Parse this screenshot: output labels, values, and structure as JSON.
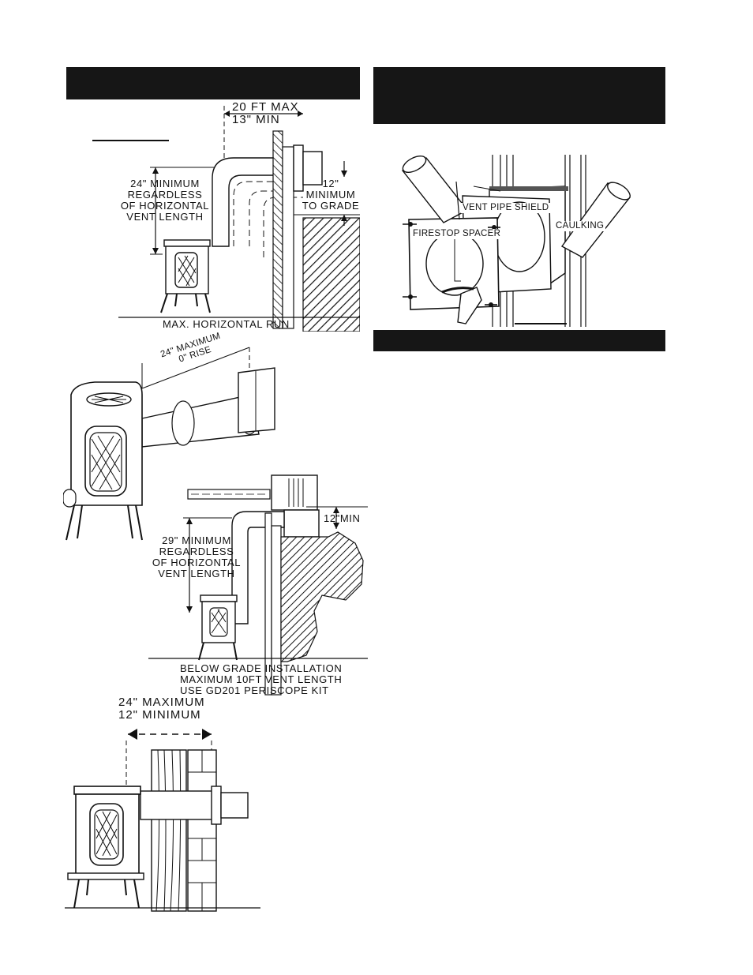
{
  "figure_top_left": {
    "dim_horizontal_max": "20  FT  MAX",
    "dim_horizontal_min": "13\"  MIN",
    "vertical_min_lines": [
      "24\"  MINIMUM",
      "REGARDLESS",
      "OF  HORIZONTAL",
      "VENT  LENGTH"
    ],
    "grade_clearance_lines": [
      "12\"",
      "MINIMUM",
      "TO  GRADE"
    ],
    "caption": "MAX.  HORIZONTAL  RUN"
  },
  "figure_middle_left": {
    "rise_label_lines": [
      "24\" MAXIMUM",
      "0\" RISE"
    ]
  },
  "figure_below_grade": {
    "clearance_label": "12\"MIN",
    "vertical_min_lines": [
      "29\"  MINIMUM",
      "REGARDLESS",
      "OF  HORIZONTAL",
      "VENT  LENGTH"
    ],
    "caption_lines": [
      "BELOW  GRADE  INSTALLATION",
      "MAXIMUM  10FT  VENT  LENGTH",
      "USE  GD201  PERISCOPE  KIT"
    ]
  },
  "figure_bottom_left": {
    "range_lines": [
      "24\"  MAXIMUM",
      "12\"  MINIMUM"
    ]
  },
  "figure_firestop": {
    "label_vent_pipe_shield": "VENT PIPE SHIELD",
    "label_firestop_spacer": "FIRESTOP SPACER",
    "label_caulking": "CAULKING"
  }
}
